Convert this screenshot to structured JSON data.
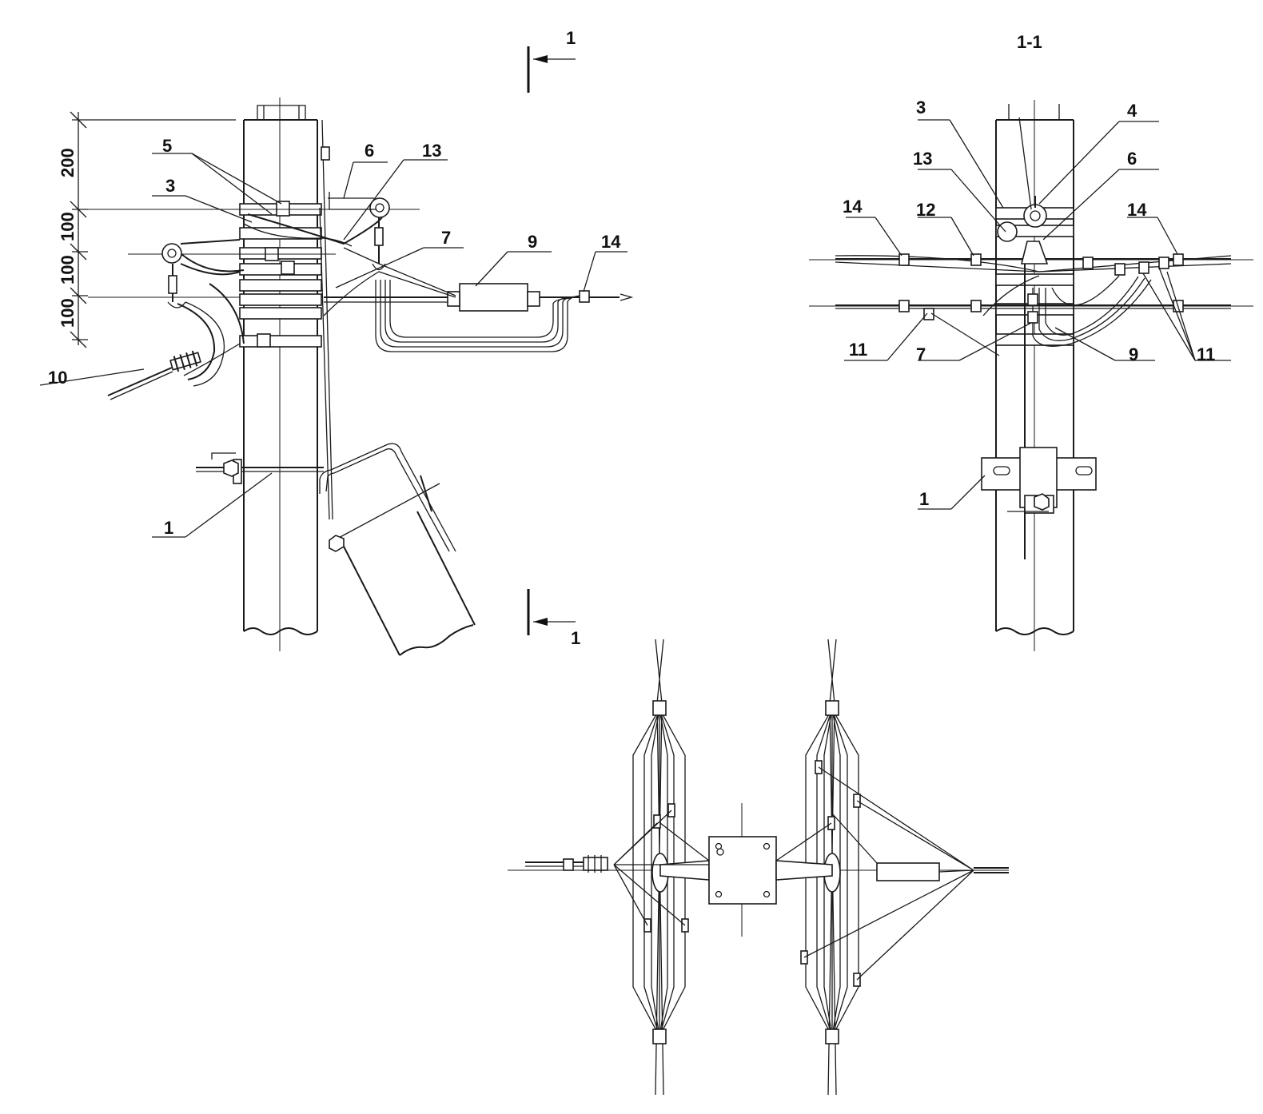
{
  "section_marks": {
    "top": "1",
    "bottom": "1",
    "section_title": "1-1"
  },
  "dimensions": [
    "200",
    "100",
    "100",
    "100"
  ],
  "left_view_labels": {
    "l5": "5",
    "l6": "6",
    "l13": "13",
    "l3": "3",
    "l7": "7",
    "l9": "9",
    "l14": "14",
    "l10": "10",
    "l1": "1"
  },
  "right_view_labels": {
    "l3": "3",
    "l4": "4",
    "l13": "13",
    "l6": "6",
    "l14a": "14",
    "l12": "12",
    "l14b": "14",
    "l11a": "11",
    "l7": "7",
    "l9": "9",
    "l11b": "11",
    "l1": "1"
  }
}
